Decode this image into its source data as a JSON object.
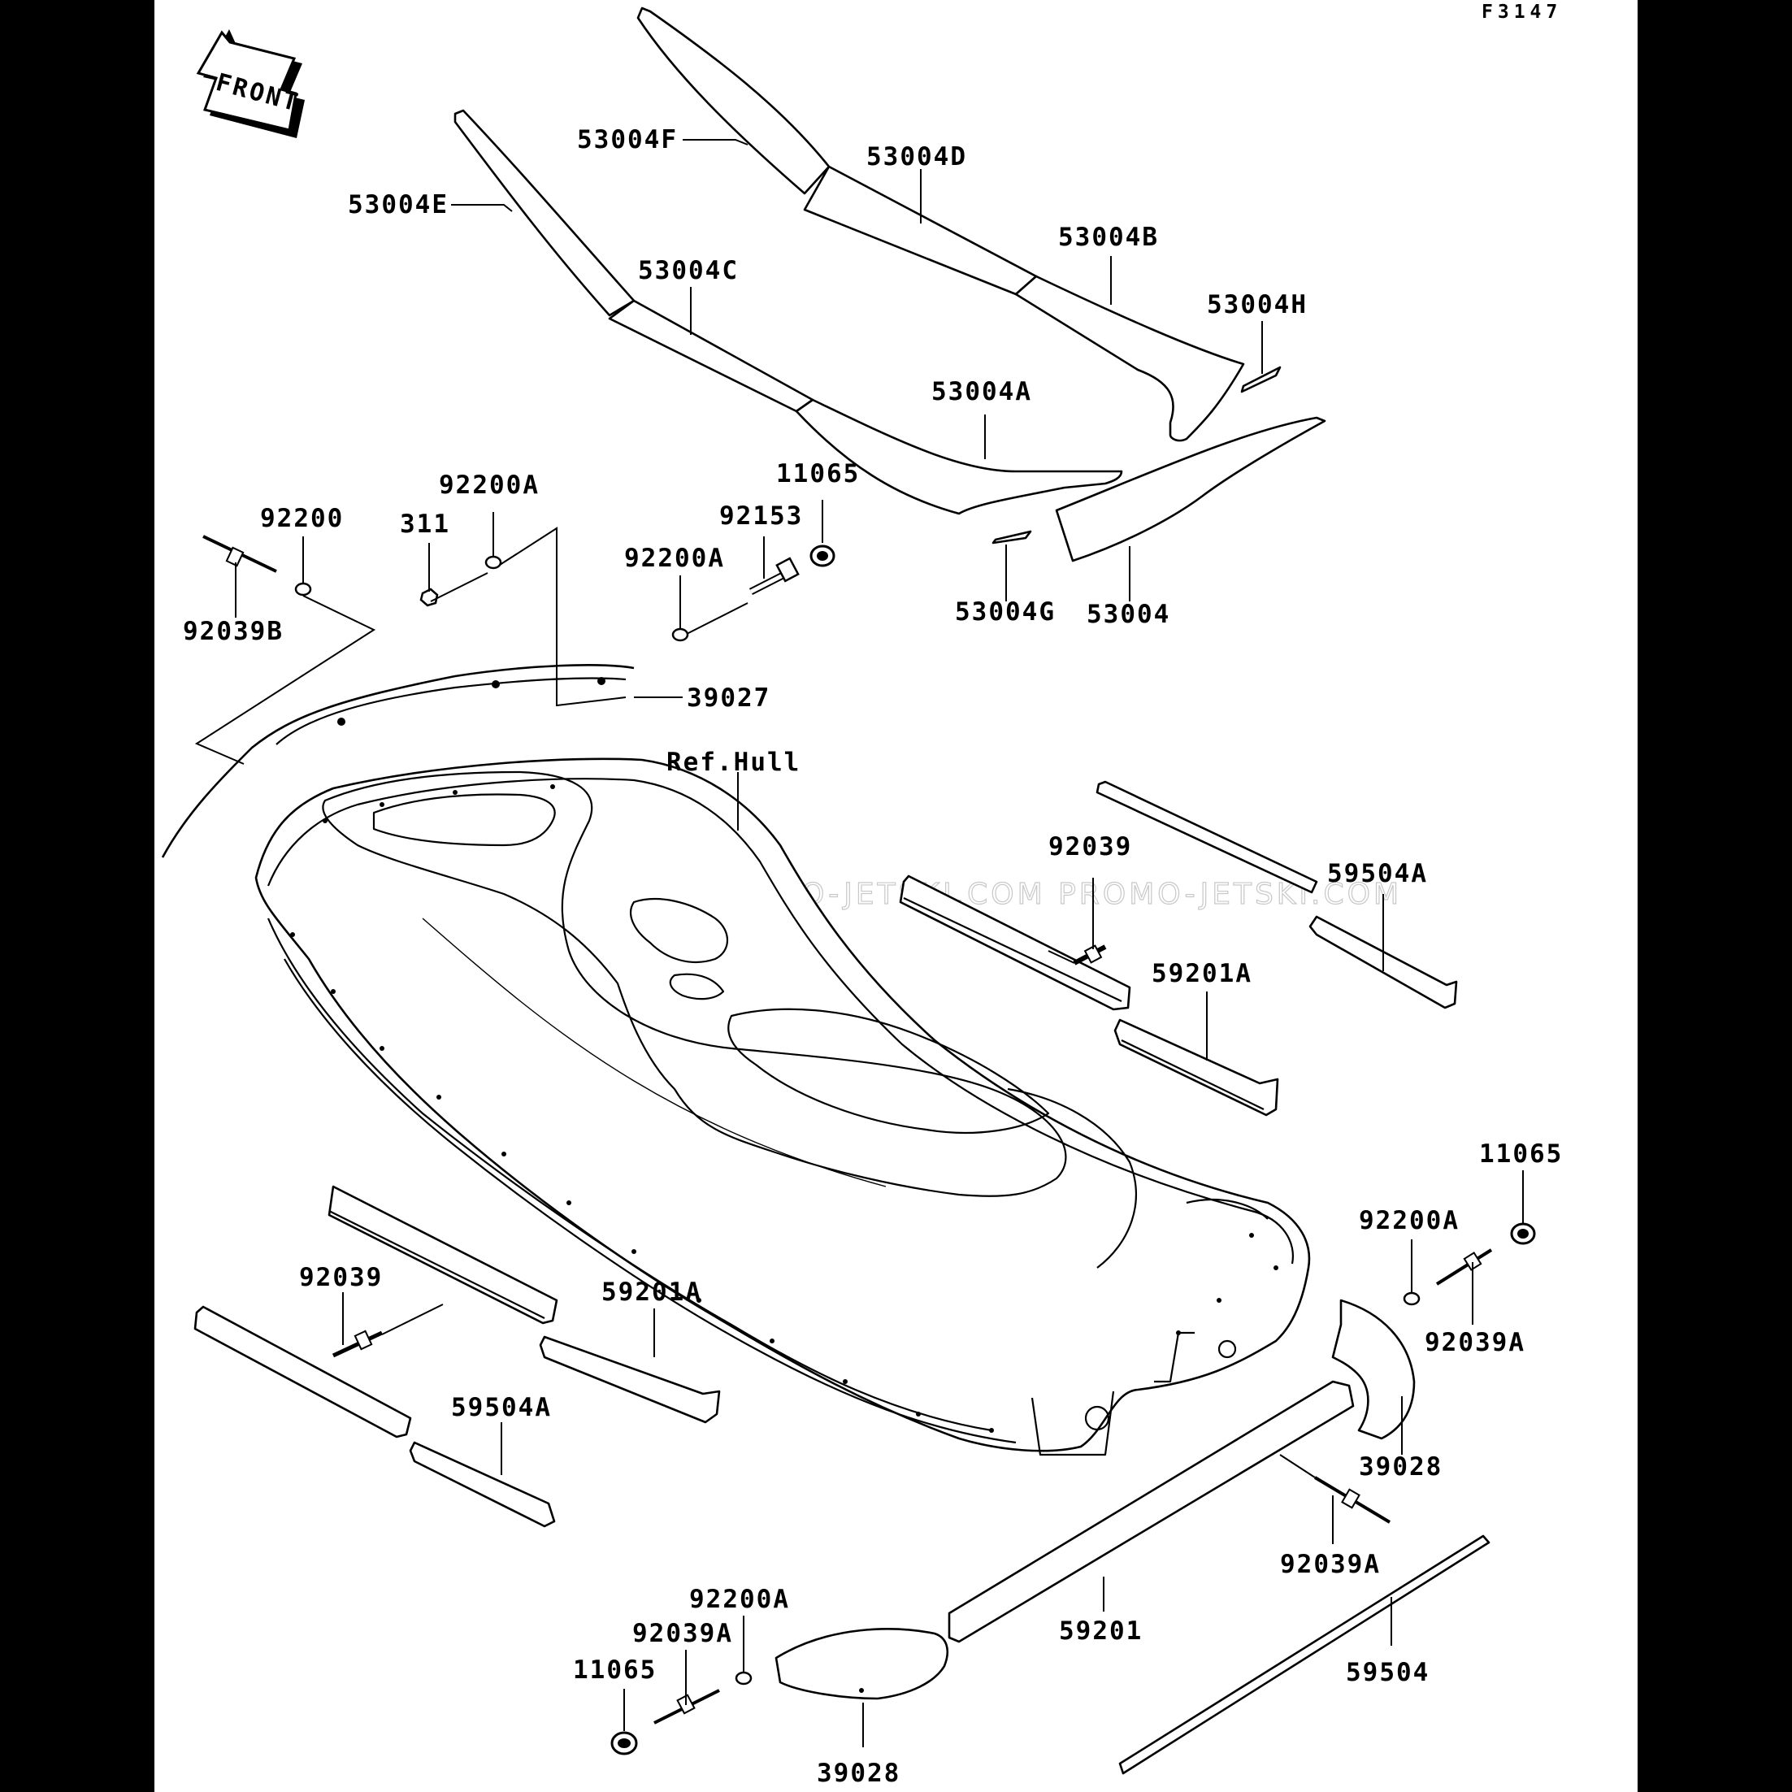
{
  "diagram": {
    "figure_code": "F3147",
    "front_label": "FRONT",
    "reference_label": "Ref.Hull",
    "watermark": "JETSKI.COM  PROMO-JETSKI.COM  PROMO-JETSKI.COM",
    "colors": {
      "background": "#ffffff",
      "frame": "#000000",
      "line": "#000000",
      "watermark": "#c8c8c8"
    },
    "callouts": [
      {
        "id": "53004F",
        "text": "53004F"
      },
      {
        "id": "53004D",
        "text": "53004D"
      },
      {
        "id": "53004E",
        "text": "53004E"
      },
      {
        "id": "53004B",
        "text": "53004B"
      },
      {
        "id": "53004C",
        "text": "53004C"
      },
      {
        "id": "53004H",
        "text": "53004H"
      },
      {
        "id": "53004A",
        "text": "53004A"
      },
      {
        "id": "11065-top",
        "text": "11065"
      },
      {
        "id": "92200A-top",
        "text": "92200A"
      },
      {
        "id": "92200",
        "text": "92200"
      },
      {
        "id": "311",
        "text": "311"
      },
      {
        "id": "92153",
        "text": "92153"
      },
      {
        "id": "92200A-mid",
        "text": "92200A"
      },
      {
        "id": "53004G",
        "text": "53004G"
      },
      {
        "id": "53004",
        "text": "53004"
      },
      {
        "id": "92039B",
        "text": "92039B"
      },
      {
        "id": "39027",
        "text": "39027"
      },
      {
        "id": "92039-right",
        "text": "92039"
      },
      {
        "id": "59504A-right",
        "text": "59504A"
      },
      {
        "id": "59201A-right",
        "text": "59201A"
      },
      {
        "id": "11065-right",
        "text": "11065"
      },
      {
        "id": "92200A-right",
        "text": "92200A"
      },
      {
        "id": "92039A-right",
        "text": "92039A"
      },
      {
        "id": "92039-left",
        "text": "92039"
      },
      {
        "id": "59201A-left",
        "text": "59201A"
      },
      {
        "id": "59504A-left",
        "text": "59504A"
      },
      {
        "id": "39028-right",
        "text": "39028"
      },
      {
        "id": "92039A-low",
        "text": "92039A"
      },
      {
        "id": "92200A-bottom",
        "text": "92200A"
      },
      {
        "id": "92039A-bottom",
        "text": "92039A"
      },
      {
        "id": "11065-bottom",
        "text": "11065"
      },
      {
        "id": "59201",
        "text": "59201"
      },
      {
        "id": "59504",
        "text": "59504"
      },
      {
        "id": "39028-bottom",
        "text": "39028"
      }
    ]
  }
}
